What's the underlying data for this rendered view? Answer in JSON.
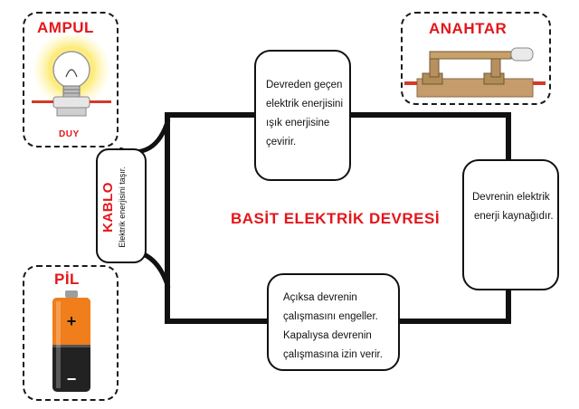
{
  "title": "BASİT ELEKTRİK DEVRESİ",
  "components": {
    "ampul": {
      "title": "AMPUL",
      "base_label": "DUY"
    },
    "anahtar": {
      "title": "ANAHTAR"
    },
    "kablo": {
      "title": "KABLO",
      "description": "Elektrik enerjisini taşır."
    },
    "pil": {
      "title": "PİL",
      "plus": "+",
      "minus": "−"
    }
  },
  "notes": {
    "top": [
      "Devreden geçen",
      "elektrik enerjisini",
      "ışık enerjisine",
      "çevirir."
    ],
    "right": [
      "Devrenin  elektrik",
      "enerji kaynağıdır."
    ],
    "bottom": [
      "Açıksa devrenin",
      "çalışmasını engeller.",
      "Kapalıysa devrenin",
      "çalışmasına izin verir."
    ]
  },
  "colors": {
    "accent": "#e4161b",
    "battery_orange": "#f07e1b",
    "wire": "#111111"
  }
}
